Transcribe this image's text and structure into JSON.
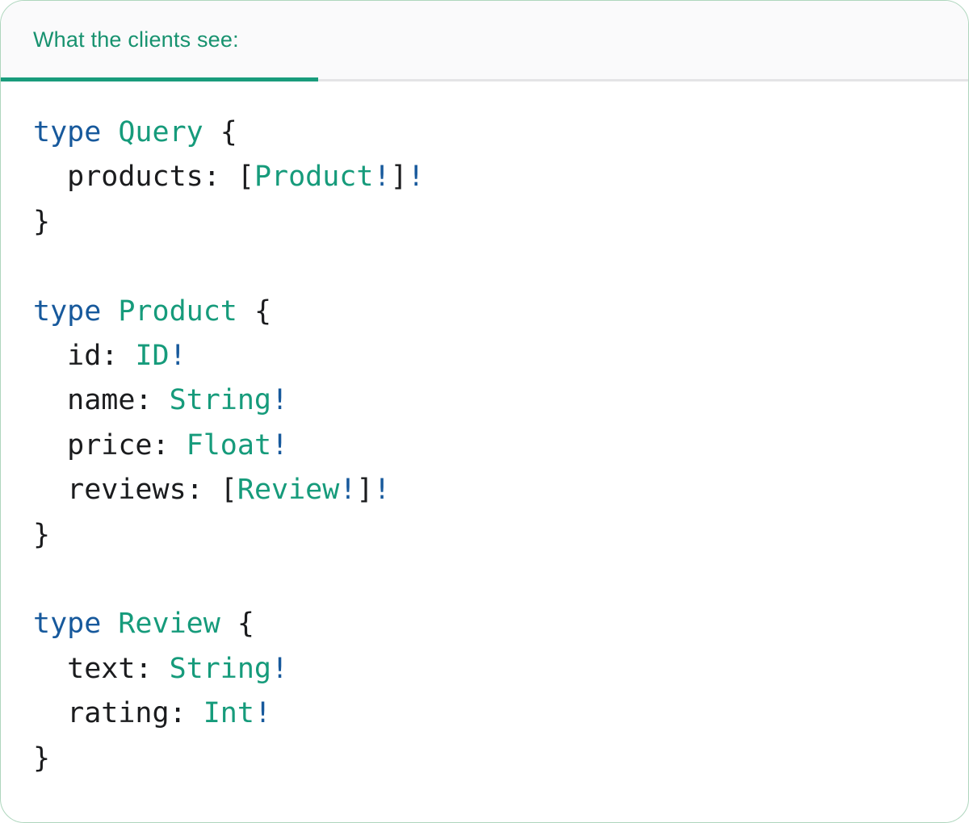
{
  "card": {
    "background": "#FFFFFF",
    "border_color": "#AED6BD"
  },
  "header": {
    "title": "What the clients see:",
    "title_color": "#17926F",
    "underline_color": "#199C7C",
    "background": "#FAFAFB",
    "divider_color": "#E4E4E6"
  },
  "code": {
    "language": "graphql",
    "palette": {
      "keyword": "#17599C",
      "typename": "#169B7B",
      "plain": "#1B1C1E",
      "bang": "#17599C"
    },
    "lines": [
      [
        {
          "t": "type ",
          "c": "keyword"
        },
        {
          "t": "Query",
          "c": "typename"
        },
        {
          "t": " {",
          "c": "plain"
        }
      ],
      [
        {
          "t": "  products: [",
          "c": "plain"
        },
        {
          "t": "Product",
          "c": "typename"
        },
        {
          "t": "!",
          "c": "bang"
        },
        {
          "t": "]",
          "c": "plain"
        },
        {
          "t": "!",
          "c": "bang"
        }
      ],
      [
        {
          "t": "}",
          "c": "plain"
        }
      ],
      [],
      [
        {
          "t": "type ",
          "c": "keyword"
        },
        {
          "t": "Product",
          "c": "typename"
        },
        {
          "t": " {",
          "c": "plain"
        }
      ],
      [
        {
          "t": "  id: ",
          "c": "plain"
        },
        {
          "t": "ID",
          "c": "typename"
        },
        {
          "t": "!",
          "c": "bang"
        }
      ],
      [
        {
          "t": "  name: ",
          "c": "plain"
        },
        {
          "t": "String",
          "c": "typename"
        },
        {
          "t": "!",
          "c": "bang"
        }
      ],
      [
        {
          "t": "  price: ",
          "c": "plain"
        },
        {
          "t": "Float",
          "c": "typename"
        },
        {
          "t": "!",
          "c": "bang"
        }
      ],
      [
        {
          "t": "  reviews: [",
          "c": "plain"
        },
        {
          "t": "Review",
          "c": "typename"
        },
        {
          "t": "!",
          "c": "bang"
        },
        {
          "t": "]",
          "c": "plain"
        },
        {
          "t": "!",
          "c": "bang"
        }
      ],
      [
        {
          "t": "}",
          "c": "plain"
        }
      ],
      [],
      [
        {
          "t": "type ",
          "c": "keyword"
        },
        {
          "t": "Review",
          "c": "typename"
        },
        {
          "t": " {",
          "c": "plain"
        }
      ],
      [
        {
          "t": "  text: ",
          "c": "plain"
        },
        {
          "t": "String",
          "c": "typename"
        },
        {
          "t": "!",
          "c": "bang"
        }
      ],
      [
        {
          "t": "  rating: ",
          "c": "plain"
        },
        {
          "t": "Int",
          "c": "typename"
        },
        {
          "t": "!",
          "c": "bang"
        }
      ],
      [
        {
          "t": "}",
          "c": "plain"
        }
      ]
    ]
  }
}
